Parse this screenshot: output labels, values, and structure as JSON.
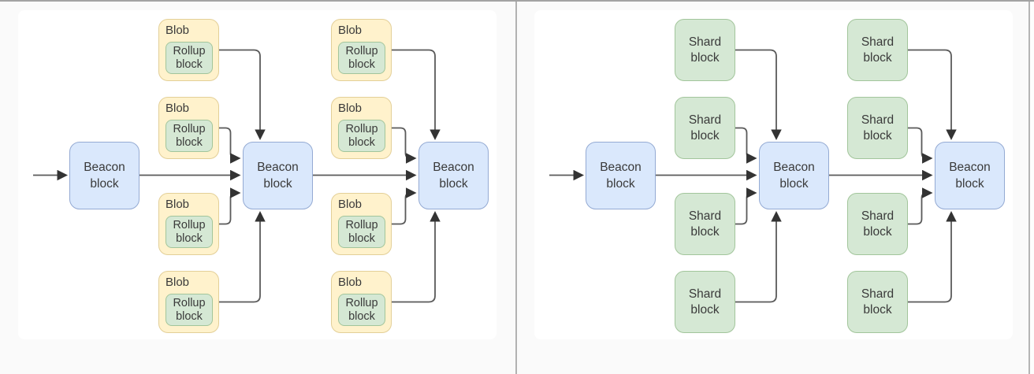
{
  "window": {
    "background": "#fafafa",
    "top_border_color": "#a3a3a3",
    "divider_color": "#b2b2b2",
    "right_edge_color": "#b5b5b5"
  },
  "palette": {
    "beacon_fill": "#dae8fc",
    "beacon_border": "#94aad3",
    "blob_fill": "#fff2cc",
    "blob_border": "#e3cf97",
    "green_fill": "#d5e8d4",
    "green_border": "#a2c59b",
    "arrow_line": "#5a5a5a",
    "arrow_head": "#333333",
    "text_color": "#3a3a3a"
  },
  "left_panel": {
    "beacons": [
      {
        "label": "Beacon block"
      },
      {
        "label": "Beacon block"
      },
      {
        "label": "Beacon block"
      }
    ],
    "blobs": [
      {
        "label": "Blob",
        "inner_label": "Rollup block"
      },
      {
        "label": "Blob",
        "inner_label": "Rollup block"
      },
      {
        "label": "Blob",
        "inner_label": "Rollup block"
      },
      {
        "label": "Blob",
        "inner_label": "Rollup block"
      },
      {
        "label": "Blob",
        "inner_label": "Rollup block"
      },
      {
        "label": "Blob",
        "inner_label": "Rollup block"
      },
      {
        "label": "Blob",
        "inner_label": "Rollup block"
      },
      {
        "label": "Blob",
        "inner_label": "Rollup block"
      }
    ]
  },
  "right_panel": {
    "beacons": [
      {
        "label": "Beacon block"
      },
      {
        "label": "Beacon block"
      },
      {
        "label": "Beacon block"
      }
    ],
    "shards": [
      {
        "label": "Shard block"
      },
      {
        "label": "Shard block"
      },
      {
        "label": "Shard block"
      },
      {
        "label": "Shard block"
      },
      {
        "label": "Shard block"
      },
      {
        "label": "Shard block"
      },
      {
        "label": "Shard block"
      },
      {
        "label": "Shard block"
      }
    ]
  }
}
